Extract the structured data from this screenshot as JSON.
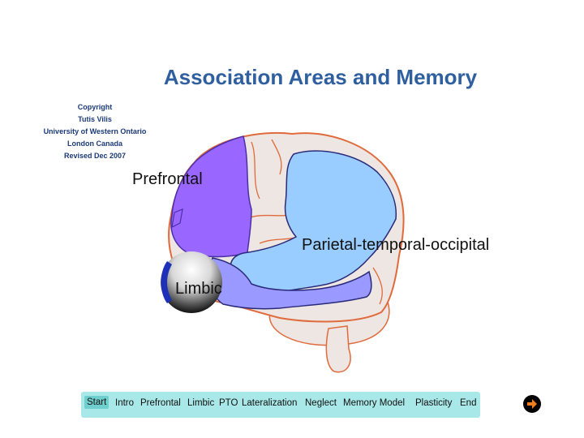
{
  "slide": {
    "title": "Association Areas and Memory",
    "credits": [
      "Copyright",
      "Tutis Vilis",
      "University of Western Ontario",
      "London Canada",
      "Revised Dec 2007"
    ]
  },
  "labels": {
    "prefrontal": "Prefrontal",
    "pto": "Parietal-temporal-occipital",
    "limbic": "Limbic"
  },
  "colors": {
    "prefrontal": "#9966ff",
    "pto": "#99ccff",
    "limbic_band": "#9999ff",
    "cortex": "#ede6e2",
    "outline": "#e06a3c",
    "title": "#2f5f9f",
    "nav_bg": "#a9e8e8"
  },
  "nav": {
    "items": [
      "Start",
      "Intro",
      "Prefrontal",
      "Limbic",
      "PTO",
      "Lateralization",
      "Neglect",
      "Memory Model",
      "Plasticity",
      "End"
    ],
    "current": "Start",
    "next_icon": "arrow-right-icon"
  }
}
